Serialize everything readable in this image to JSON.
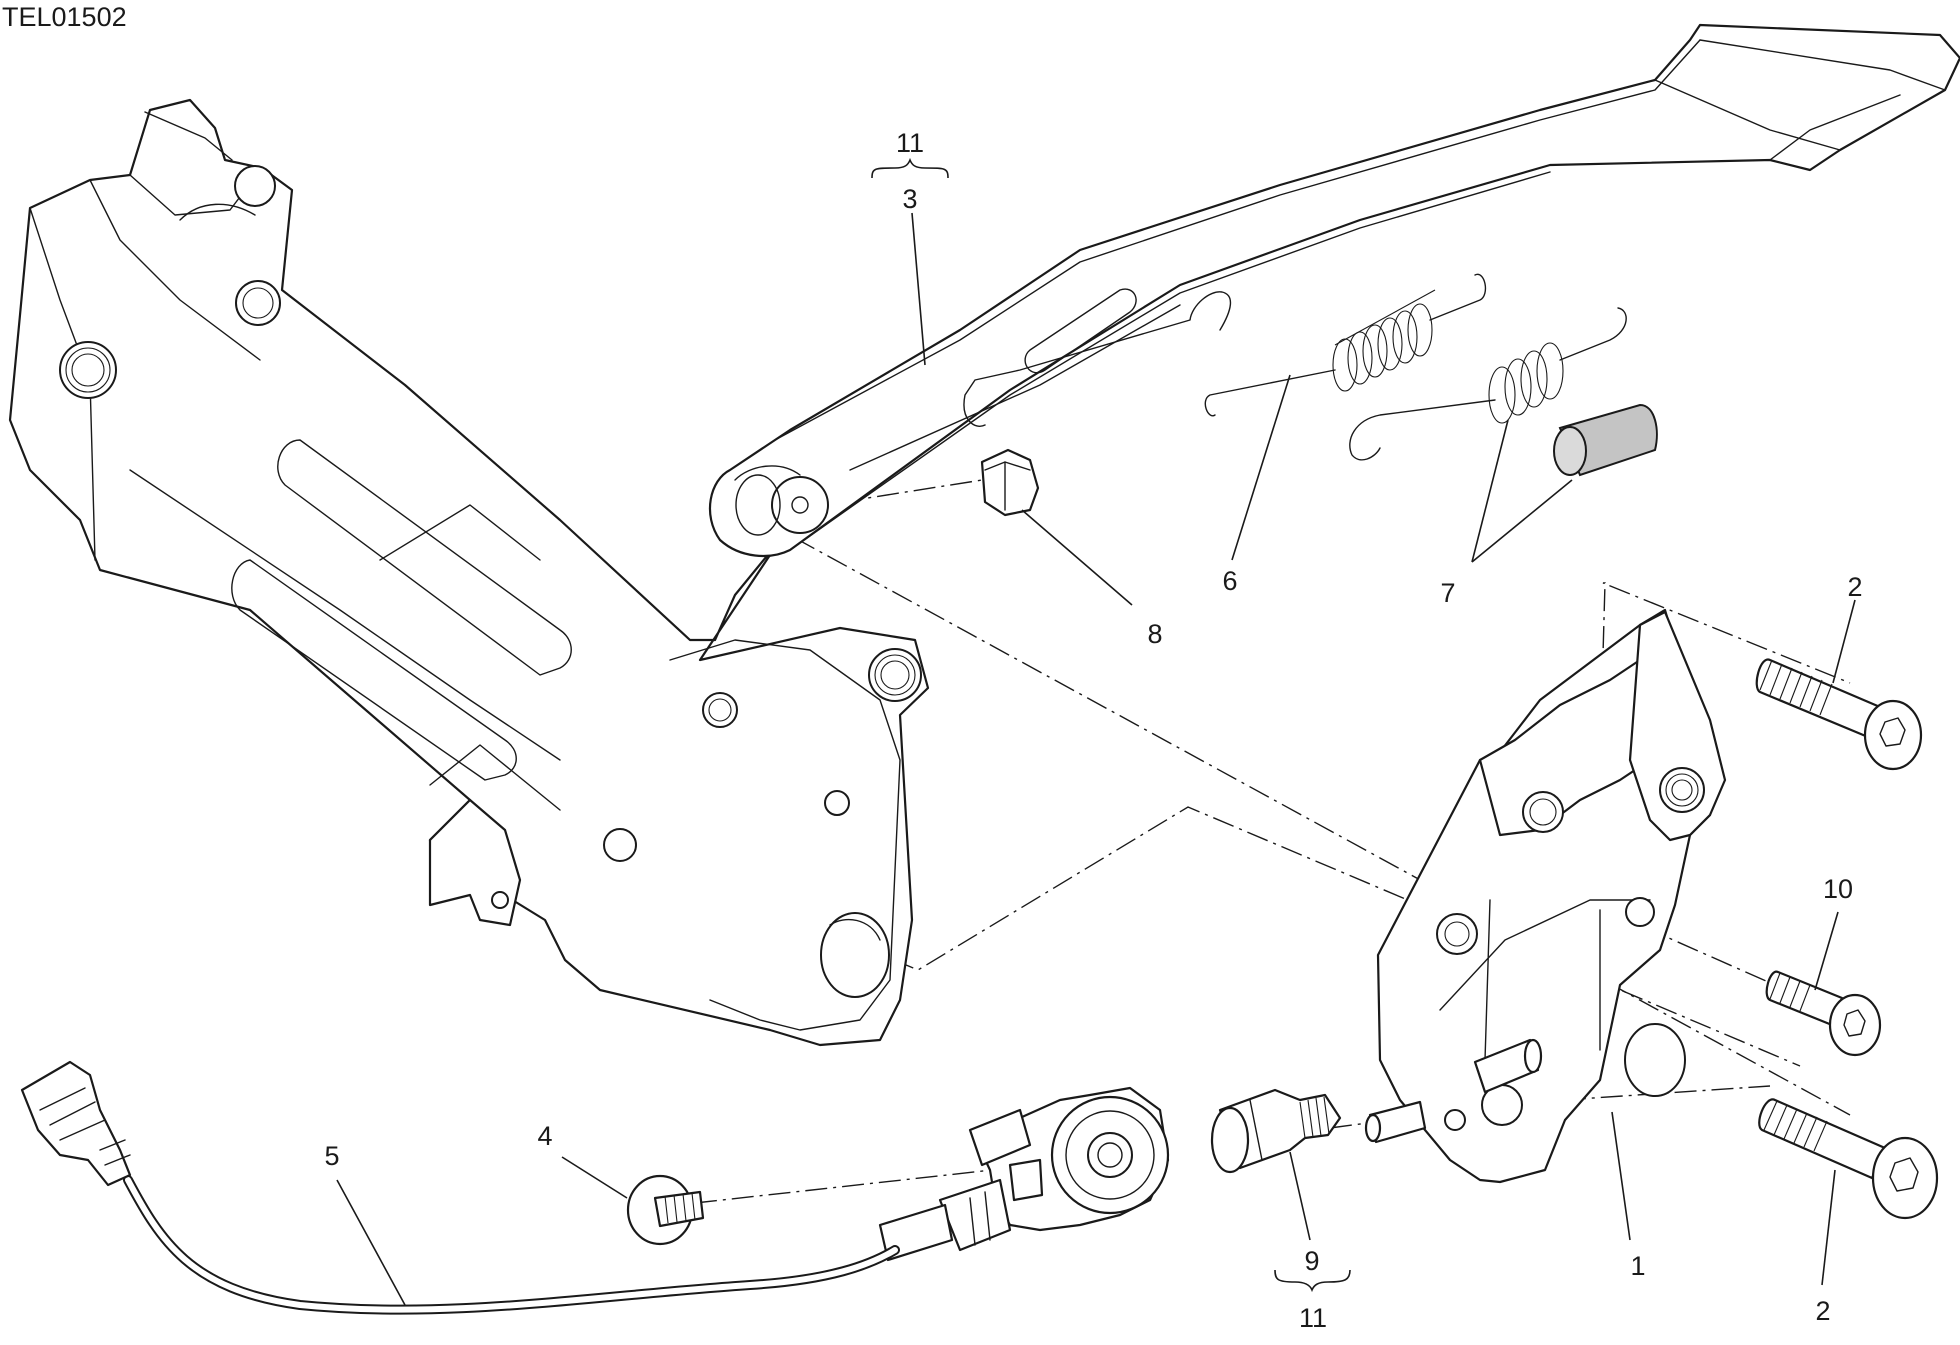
{
  "drawing": {
    "code": "TEL01502"
  },
  "callouts": [
    {
      "id": "c11-top",
      "label": "11"
    },
    {
      "id": "c3",
      "label": "3"
    },
    {
      "id": "c6",
      "label": "6"
    },
    {
      "id": "c7",
      "label": "7"
    },
    {
      "id": "c8",
      "label": "8"
    },
    {
      "id": "c2-top",
      "label": "2"
    },
    {
      "id": "c10",
      "label": "10"
    },
    {
      "id": "c4",
      "label": "4"
    },
    {
      "id": "c5",
      "label": "5"
    },
    {
      "id": "c9",
      "label": "9"
    },
    {
      "id": "c11-bottom",
      "label": "11"
    },
    {
      "id": "c1",
      "label": "1"
    },
    {
      "id": "c2-bottom",
      "label": "2"
    }
  ],
  "parts": [
    {
      "name": "frame-bracket-icon"
    },
    {
      "name": "sidestand-leg-icon"
    },
    {
      "name": "spring-6-icon"
    },
    {
      "name": "spring-7-icon"
    },
    {
      "name": "spacer-sleeve-icon"
    },
    {
      "name": "nut-8-icon"
    },
    {
      "name": "mounting-plate-icon"
    },
    {
      "name": "screw-2-top-icon"
    },
    {
      "name": "screw-10-icon"
    },
    {
      "name": "screw-2-bottom-icon"
    },
    {
      "name": "pivot-pin-icon"
    },
    {
      "name": "stand-switch-icon"
    },
    {
      "name": "screw-4-icon"
    },
    {
      "name": "wiring-connector-icon"
    }
  ]
}
